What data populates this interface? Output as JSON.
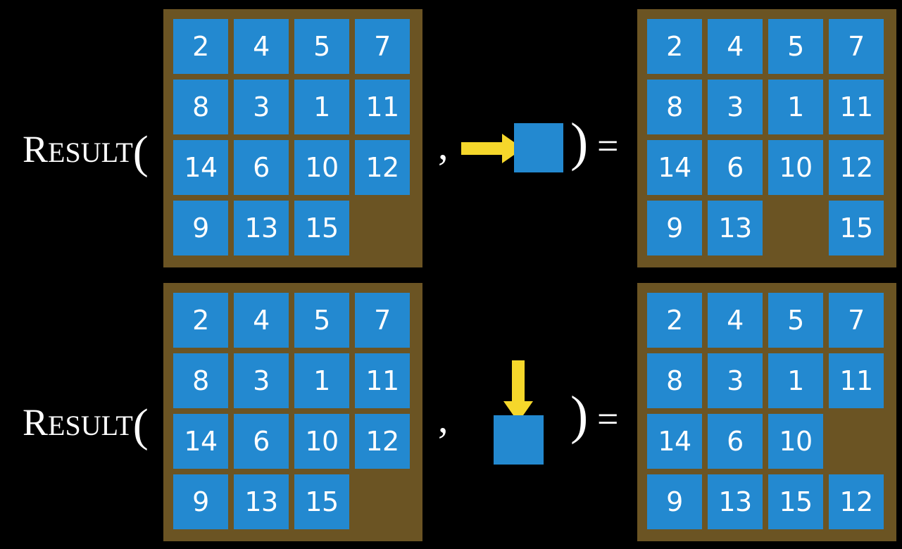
{
  "page": {
    "background_color": "#000000",
    "board_frame_color": "#6b5423",
    "tile_color": "#2389d0",
    "tile_text_color": "#ffffff",
    "arrow_color": "#f5d72b",
    "text_color": "#ffffff"
  },
  "labels": {
    "result_first_letter": "R",
    "result_rest": "ESULT",
    "open_paren": "(",
    "comma": ",",
    "close_paren": ")",
    "equals": "="
  },
  "rows": [
    {
      "name": "move-right",
      "label": {
        "first": "R",
        "rest": "ESULT",
        "open": "(",
        "comma": ",",
        "close": ")",
        "equals": "="
      },
      "input_board": {
        "name": "input-board-row1",
        "tiles": [
          [
            "2",
            "4",
            "5",
            "7"
          ],
          [
            "8",
            "3",
            "1",
            "11"
          ],
          [
            "14",
            "6",
            "10",
            "12"
          ],
          [
            "9",
            "13",
            "15",
            ""
          ]
        ]
      },
      "action": {
        "name": "slide-right-action",
        "arrow_direction": "right",
        "arrow_icon": "arrow-right-icon",
        "arrow_color": "#f5d72b",
        "target_square_color": "#2389d0"
      },
      "output_board": {
        "name": "output-board-row1",
        "tiles": [
          [
            "2",
            "4",
            "5",
            "7"
          ],
          [
            "8",
            "3",
            "1",
            "11"
          ],
          [
            "14",
            "6",
            "10",
            "12"
          ],
          [
            "9",
            "13",
            "",
            "15"
          ]
        ]
      }
    },
    {
      "name": "move-down",
      "label": {
        "first": "R",
        "rest": "ESULT",
        "open": "(",
        "comma": ",",
        "close": ")",
        "equals": "="
      },
      "input_board": {
        "name": "input-board-row2",
        "tiles": [
          [
            "2",
            "4",
            "5",
            "7"
          ],
          [
            "8",
            "3",
            "1",
            "11"
          ],
          [
            "14",
            "6",
            "10",
            "12"
          ],
          [
            "9",
            "13",
            "15",
            ""
          ]
        ]
      },
      "action": {
        "name": "slide-down-action",
        "arrow_direction": "down",
        "arrow_icon": "arrow-down-icon",
        "arrow_color": "#f5d72b",
        "target_square_color": "#2389d0"
      },
      "output_board": {
        "name": "output-board-row2",
        "tiles": [
          [
            "2",
            "4",
            "5",
            "7"
          ],
          [
            "8",
            "3",
            "1",
            "11"
          ],
          [
            "14",
            "6",
            "10",
            ""
          ],
          [
            "9",
            "13",
            "15",
            "12"
          ]
        ]
      }
    }
  ]
}
